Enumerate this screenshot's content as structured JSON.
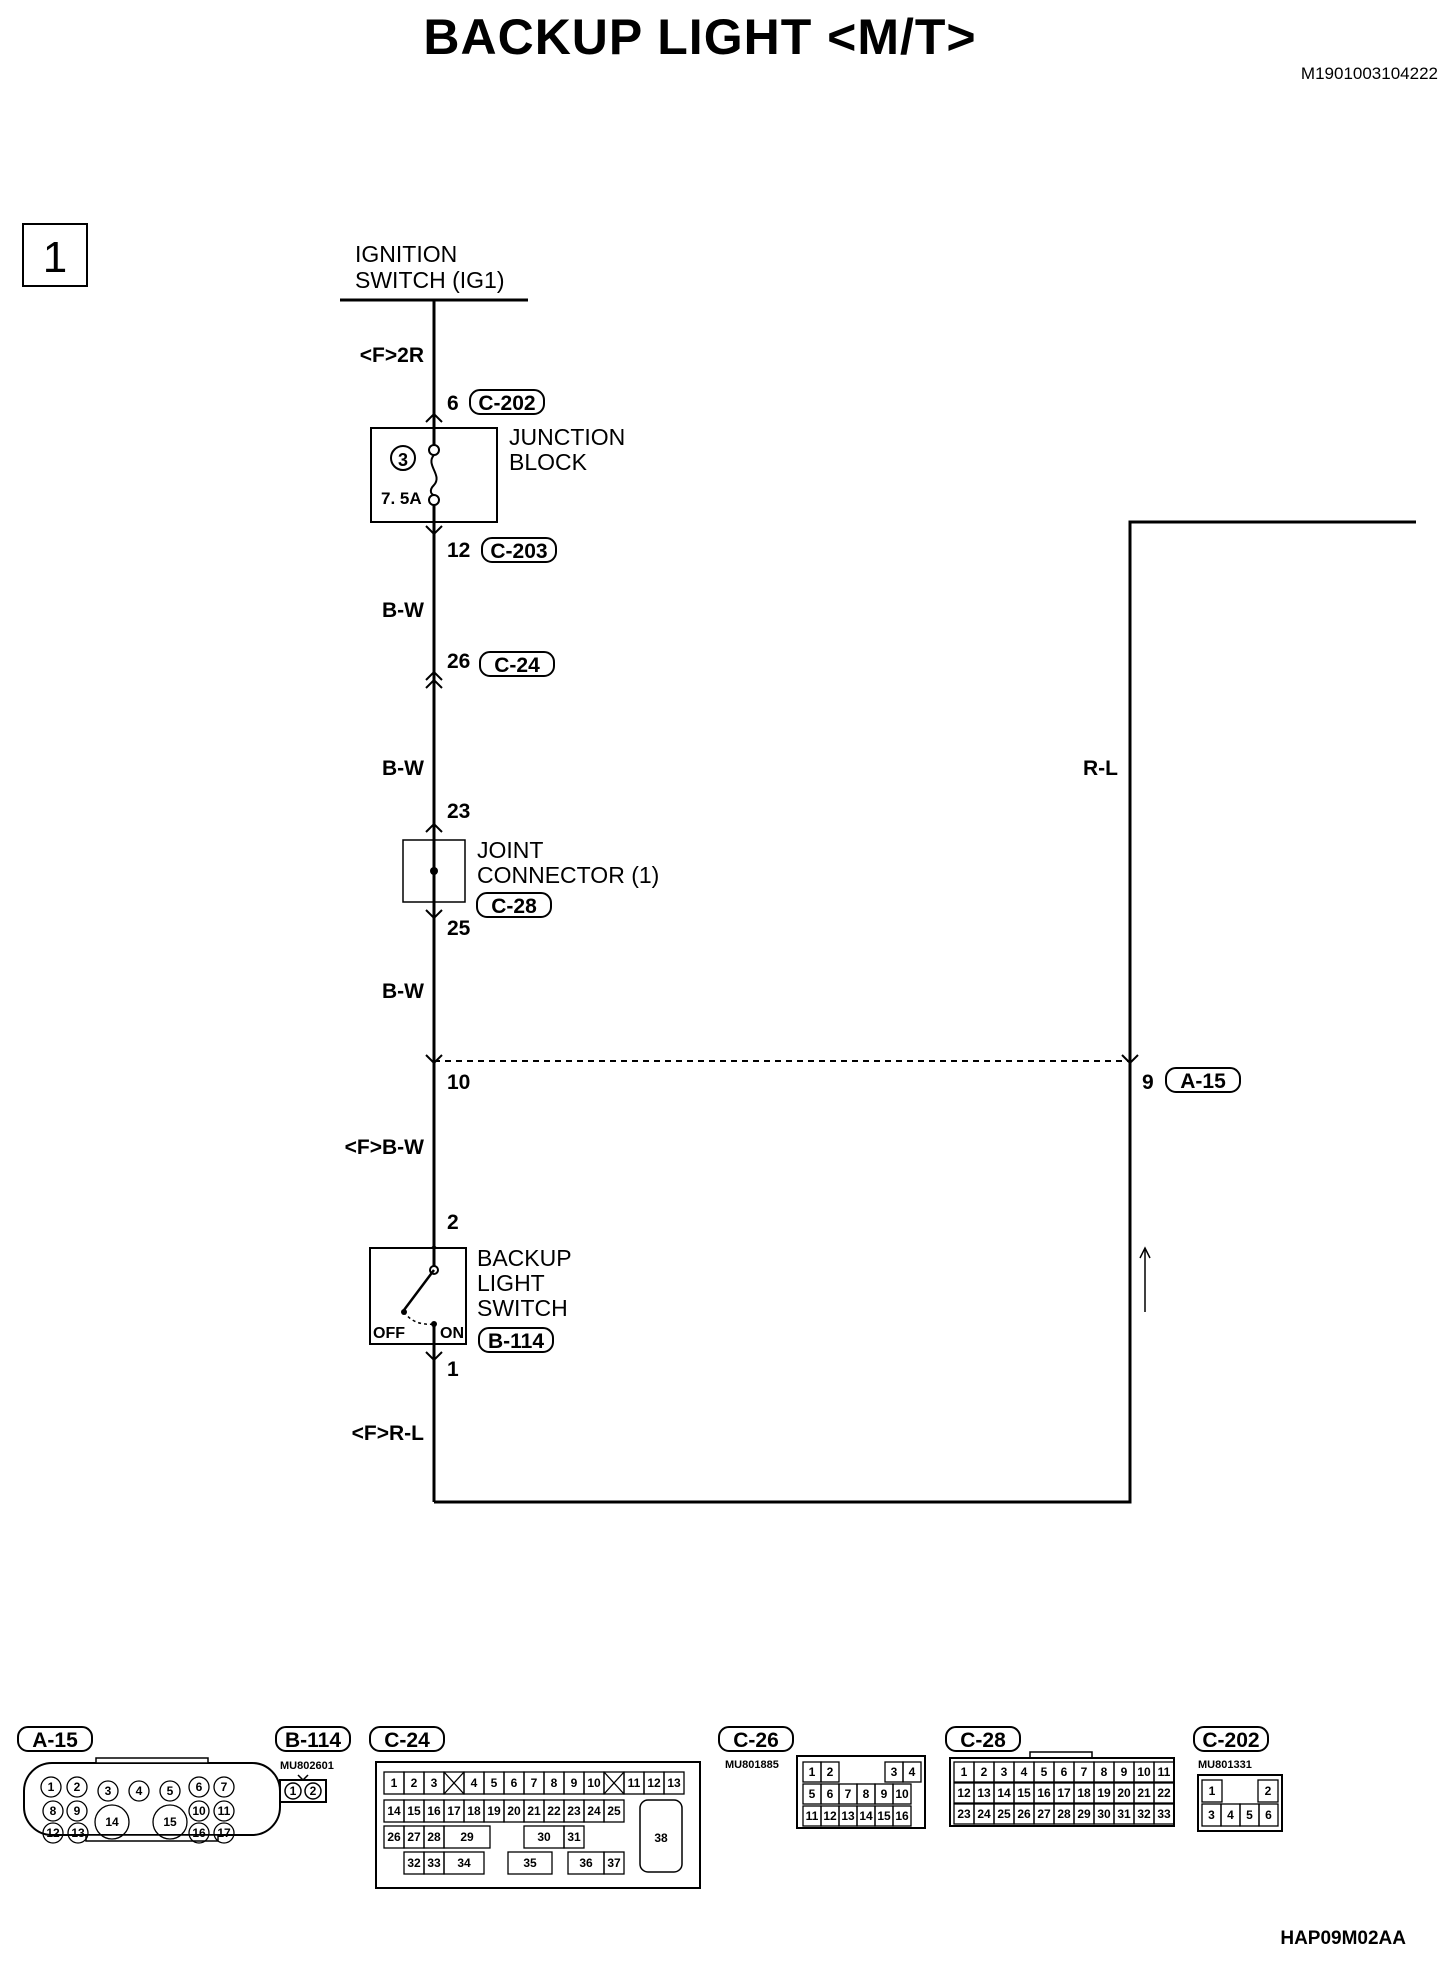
{
  "title": "BACKUP LIGHT <M/T>",
  "doc_id": "M1901003104222",
  "figure_id": "HAP09M02AA",
  "page_number": "1",
  "ignition": {
    "line1": "IGNITION",
    "line2": "SWITCH (IG1)"
  },
  "junction_block": {
    "line1": "JUNCTION",
    "line2": "BLOCK",
    "fuse_no": "3",
    "fuse_rating": "7. 5A"
  },
  "joint_connector": {
    "line1": "JOINT",
    "line2": "CONNECTOR (1)",
    "conn": "C-28"
  },
  "backup_switch": {
    "line1": "BACKUP",
    "line2": "LIGHT",
    "line3": "SWITCH",
    "conn": "B-114",
    "off": "OFF",
    "on": "ON"
  },
  "wires": {
    "f_2r": "<F>2R",
    "bw1": "B-W",
    "bw2": "B-W",
    "bw3": "B-W",
    "f_bw": "<F>B-W",
    "f_rl": "<F>R-L",
    "rl": "R-L"
  },
  "pins": {
    "p6": {
      "num": "6",
      "conn": "C-202"
    },
    "p12": {
      "num": "12",
      "conn": "C-203"
    },
    "p26": {
      "num": "26",
      "conn": "C-24"
    },
    "p23": {
      "num": "23"
    },
    "p25": {
      "num": "25"
    },
    "p10": {
      "num": "10"
    },
    "p9": {
      "num": "9",
      "conn": "A-15"
    },
    "p2": {
      "num": "2"
    },
    "p1": {
      "num": "1"
    }
  },
  "connectors": {
    "a15": {
      "id": "A-15"
    },
    "b114": {
      "id": "B-114",
      "part": "MU802601",
      "pins": [
        "1",
        "2"
      ]
    },
    "c24": {
      "id": "C-24"
    },
    "c26": {
      "id": "C-26",
      "part": "MU801885"
    },
    "c28": {
      "id": "C-28"
    },
    "c202": {
      "id": "C-202",
      "part": "MU801331"
    }
  },
  "colors": {
    "ink": "#000000",
    "paper": "#ffffff"
  }
}
